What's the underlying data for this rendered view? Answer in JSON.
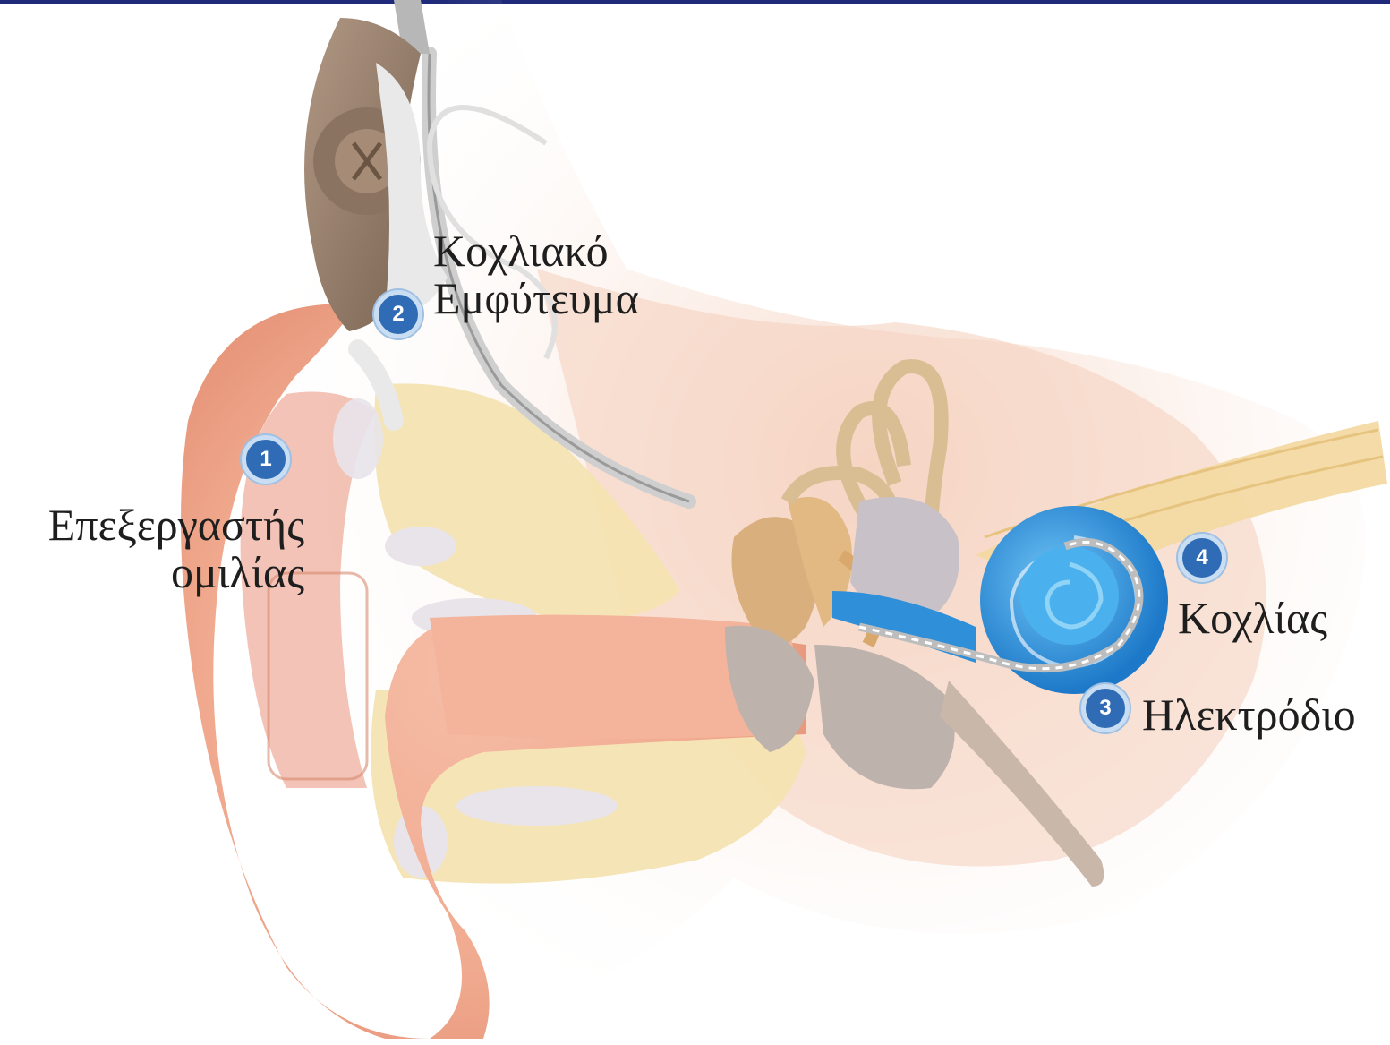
{
  "diagram": {
    "labels": {
      "speech_processor": {
        "number": "1",
        "line1": "Επεξεργαστής",
        "line2": "ομιλίας"
      },
      "cochlear_implant": {
        "number": "2",
        "line1": "Κοχλιακό",
        "line2": "Εμφύτευμα"
      },
      "electrode": {
        "number": "3",
        "text": "Ηλεκτρόδιο"
      },
      "cochlea": {
        "number": "4",
        "text": "Κοχλίας"
      }
    },
    "colors": {
      "top_bar": "#1f2a7a",
      "skin": "#f0a98e",
      "bone": "#f4e3b2",
      "cochlea": "#2f8fd8",
      "badge": "#2f6cb5"
    }
  }
}
